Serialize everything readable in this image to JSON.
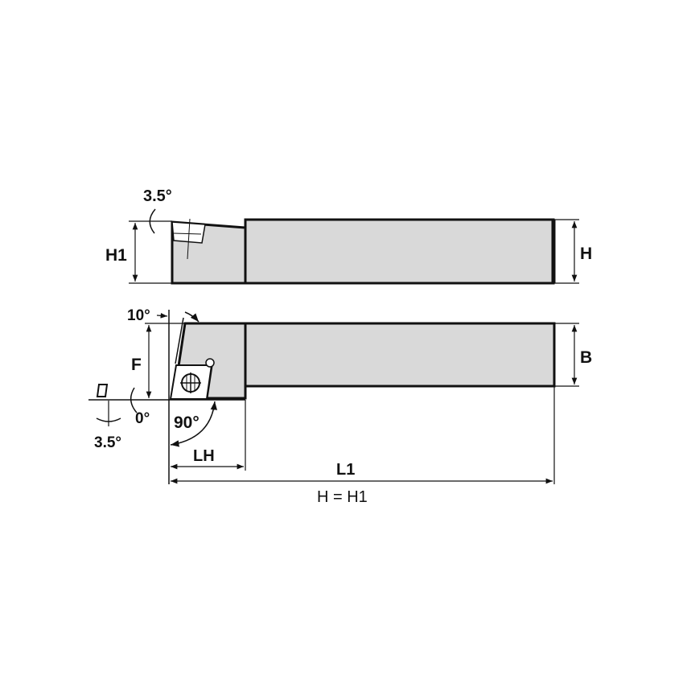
{
  "labels": {
    "top_angle": "3.5°",
    "h1_left": "H1",
    "h_right": "H",
    "side_angle": "10°",
    "f": "F",
    "b": "B",
    "zero_angle": "0°",
    "bottom_angle": "3.5°",
    "lead_angle": "90°",
    "lh": "LH",
    "l1": "L1",
    "note": "H = H1"
  },
  "colors": {
    "body_fill": "#d9d9d9",
    "line": "#111111"
  }
}
